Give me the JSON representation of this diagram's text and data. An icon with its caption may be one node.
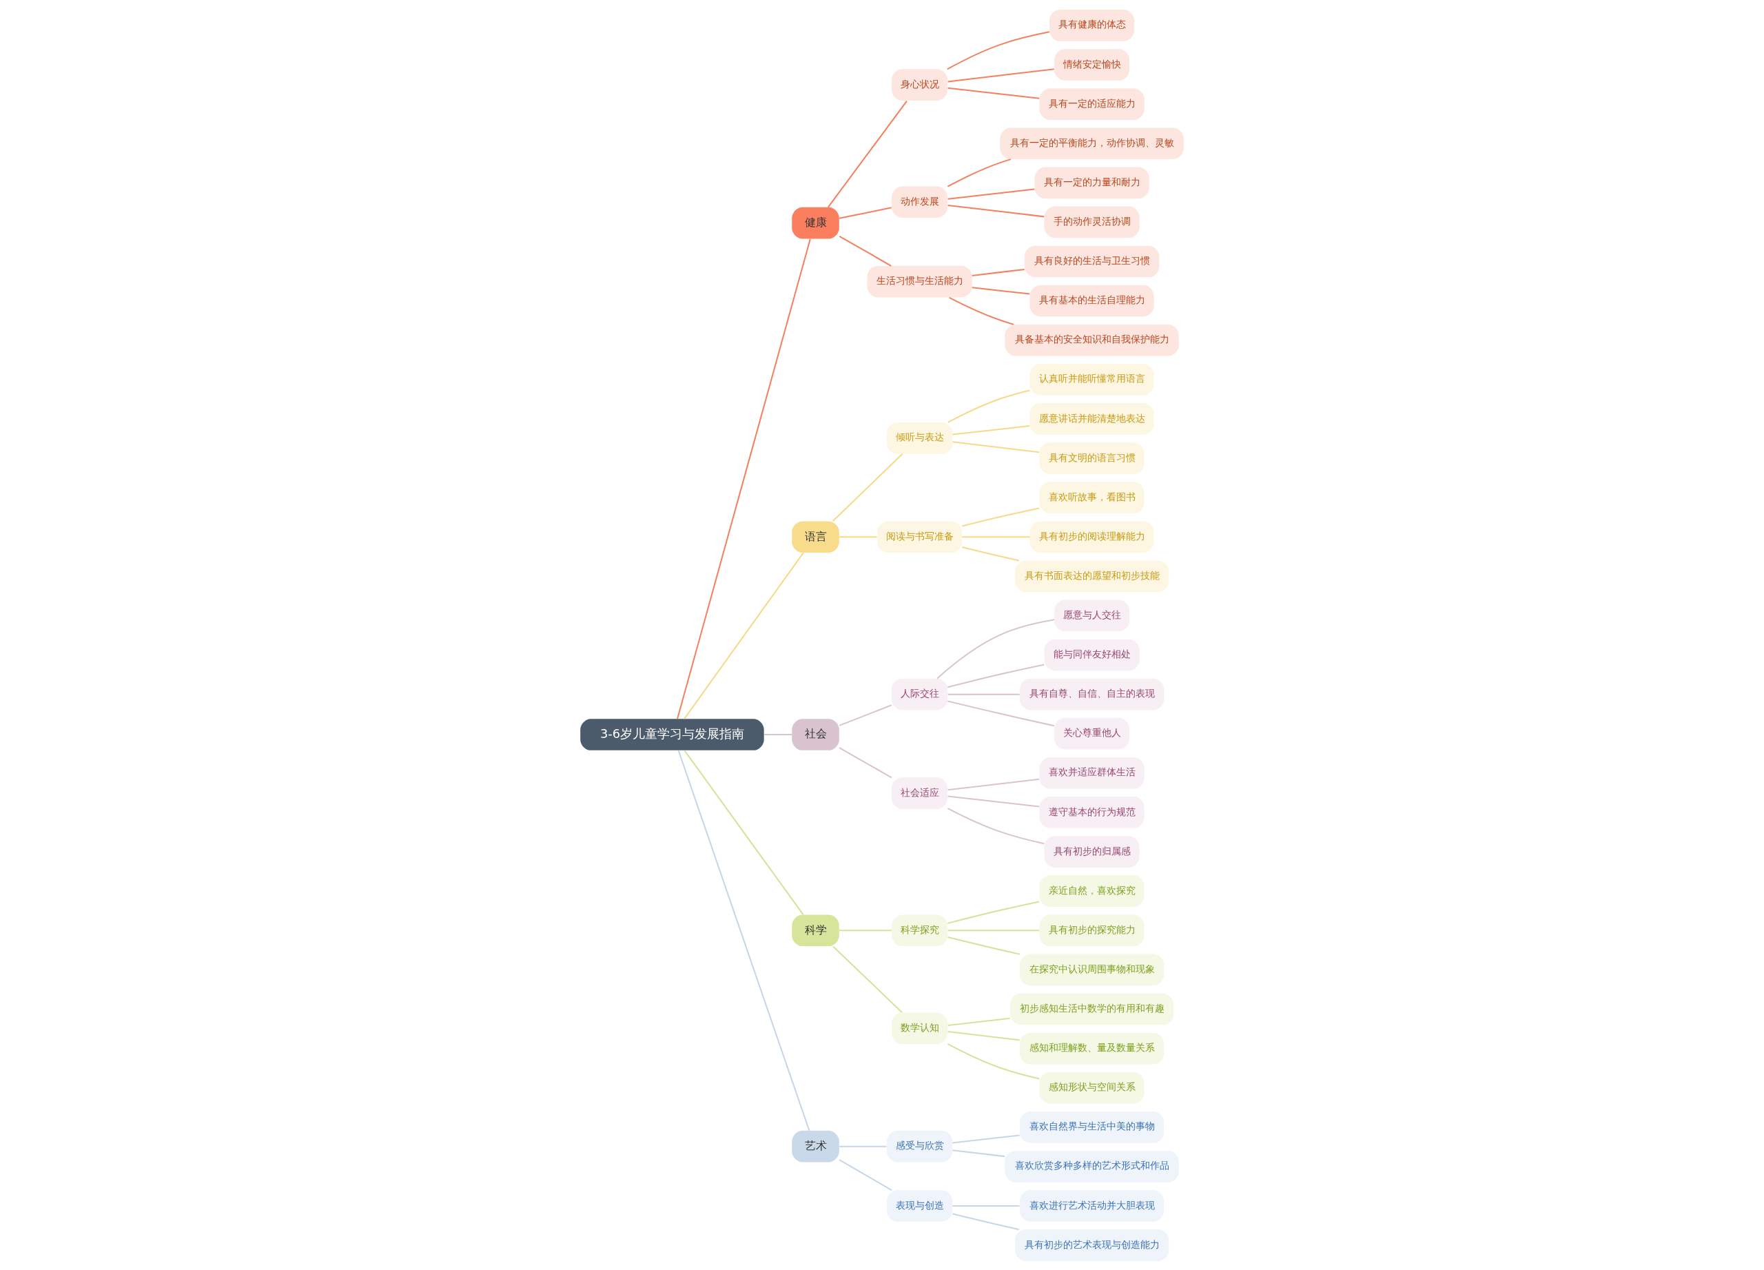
{
  "diagram": {
    "nodes": [
      {
        "text": [
          "3-6岁儿童学习与发展指南"
        ]
      },
      {
        "text": [
          "健康"
        ]
      },
      {
        "text": [
          "身心状况"
        ]
      },
      {
        "text": [
          "具有健康的体态"
        ]
      },
      {
        "text": [
          "情绪安定愉快"
        ]
      },
      {
        "text": [
          "具有一定的适应能力"
        ]
      },
      {
        "text": [
          "动作发展"
        ]
      },
      {
        "text": [
          "具有一定的平衡能力，动作协调、灵敏"
        ]
      },
      {
        "text": [
          "具有一定的力量和耐力"
        ]
      },
      {
        "text": [
          "手的动作灵活协调"
        ]
      },
      {
        "text": [
          "生活习惯与生活能力"
        ]
      },
      {
        "text": [
          "具有良好的生活与卫生习惯"
        ]
      },
      {
        "text": [
          "具有基本的生活自理能力"
        ]
      },
      {
        "text": [
          "具备基本的安全知识和自我保护能力"
        ]
      },
      {
        "text": [
          "语言"
        ]
      },
      {
        "text": [
          "倾听与表达"
        ]
      },
      {
        "text": [
          "认真听并能听懂常用语言"
        ]
      },
      {
        "text": [
          "愿意讲话并能清楚地表达"
        ]
      },
      {
        "text": [
          "具有文明的语言习惯"
        ]
      },
      {
        "text": [
          "阅读与书写准备"
        ]
      },
      {
        "text": [
          "喜欢听故事，看图书"
        ]
      },
      {
        "text": [
          "具有初步的阅读理解能力"
        ]
      },
      {
        "text": [
          "具有书面表达的愿望和初步技能"
        ]
      },
      {
        "text": [
          "社会"
        ]
      },
      {
        "text": [
          "人际交往"
        ]
      },
      {
        "text": [
          "愿意与人交往"
        ]
      },
      {
        "text": [
          "能与同伴友好相处"
        ]
      },
      {
        "text": [
          "具有自尊、自信、自主的表现"
        ]
      },
      {
        "text": [
          "关心尊重他人"
        ]
      },
      {
        "text": [
          "社会适应"
        ]
      },
      {
        "text": [
          "喜欢并适应群体生活"
        ]
      },
      {
        "text": [
          "遵守基本的行为规范"
        ]
      },
      {
        "text": [
          "具有初步的归属感"
        ]
      },
      {
        "text": [
          "科学"
        ]
      },
      {
        "text": [
          "科学探究"
        ]
      },
      {
        "text": [
          "亲近自然，喜欢探究"
        ]
      },
      {
        "text": [
          "具有初步的探究能力"
        ]
      },
      {
        "text": [
          "在探究中认识周围事物和现象"
        ]
      },
      {
        "text": [
          "数学认知"
        ]
      },
      {
        "text": [
          "初步感知生活中数学的有用和有趣"
        ]
      },
      {
        "text": [
          "感知和理解数、量及数量关系"
        ]
      },
      {
        "text": [
          "感知形状与空间关系"
        ]
      },
      {
        "text": [
          "艺术"
        ]
      },
      {
        "text": [
          "感受与欣赏"
        ]
      },
      {
        "text": [
          "喜欢自然界与生活中美的事物"
        ]
      },
      {
        "text": [
          "喜欢欣赏多种多样的艺术形式和作品"
        ]
      },
      {
        "text": [
          "表现与创造"
        ]
      },
      {
        "text": [
          "喜欢进行艺术活动并大胆表现"
        ]
      },
      {
        "text": [
          "具有初步的艺术表现与创造能力"
        ]
      }
    ],
    "edges": [
      {
        "from": 0,
        "to": 1,
        "arrow": "none",
        "color": "#f4805f"
      },
      {
        "from": 1,
        "to": 2,
        "arrow": "none",
        "color": "#f4805f"
      },
      {
        "from": 2,
        "to": 3,
        "arrow": "none",
        "color": "#f4805f"
      },
      {
        "from": 2,
        "to": 4,
        "arrow": "none",
        "color": "#f4805f"
      },
      {
        "from": 2,
        "to": 5,
        "arrow": "none",
        "color": "#f4805f"
      },
      {
        "from": 1,
        "to": 6,
        "arrow": "none",
        "color": "#f4805f"
      },
      {
        "from": 6,
        "to": 7,
        "arrow": "none",
        "color": "#f4805f"
      },
      {
        "from": 6,
        "to": 8,
        "arrow": "none",
        "color": "#f4805f"
      },
      {
        "from": 6,
        "to": 9,
        "arrow": "none",
        "color": "#f4805f"
      },
      {
        "from": 1,
        "to": 10,
        "arrow": "none",
        "color": "#f4805f"
      },
      {
        "from": 10,
        "to": 11,
        "arrow": "none",
        "color": "#f4805f"
      },
      {
        "from": 10,
        "to": 12,
        "arrow": "none",
        "color": "#f4805f"
      },
      {
        "from": 10,
        "to": 13,
        "arrow": "none",
        "color": "#f4805f"
      },
      {
        "from": 0,
        "to": 14,
        "arrow": "none",
        "color": "#f7d98a"
      },
      {
        "from": 14,
        "to": 15,
        "arrow": "none",
        "color": "#f7d98a"
      },
      {
        "from": 15,
        "to": 16,
        "arrow": "none",
        "color": "#f7d98a"
      },
      {
        "from": 15,
        "to": 17,
        "arrow": "none",
        "color": "#f7d98a"
      },
      {
        "from": 15,
        "to": 18,
        "arrow": "none",
        "color": "#f7d98a"
      },
      {
        "from": 14,
        "to": 19,
        "arrow": "none",
        "color": "#f7d98a"
      },
      {
        "from": 19,
        "to": 20,
        "arrow": "none",
        "color": "#f7d98a"
      },
      {
        "from": 19,
        "to": 21,
        "arrow": "none",
        "color": "#f7d98a"
      },
      {
        "from": 19,
        "to": 22,
        "arrow": "none",
        "color": "#f7d98a"
      },
      {
        "from": 0,
        "to": 23,
        "arrow": "none",
        "color": "#d9c3cf"
      },
      {
        "from": 23,
        "to": 24,
        "arrow": "none",
        "color": "#d9c3cf"
      },
      {
        "from": 24,
        "to": 25,
        "arrow": "none",
        "color": "#d9c3cf"
      },
      {
        "from": 24,
        "to": 26,
        "arrow": "none",
        "color": "#d9c3cf"
      },
      {
        "from": 24,
        "to": 27,
        "arrow": "none",
        "color": "#d9c3cf"
      },
      {
        "from": 24,
        "to": 28,
        "arrow": "none",
        "color": "#d9c3cf"
      },
      {
        "from": 23,
        "to": 29,
        "arrow": "none",
        "color": "#d9c3cf"
      },
      {
        "from": 29,
        "to": 30,
        "arrow": "none",
        "color": "#d9c3cf"
      },
      {
        "from": 29,
        "to": 31,
        "arrow": "none",
        "color": "#d9c3cf"
      },
      {
        "from": 29,
        "to": 32,
        "arrow": "none",
        "color": "#d9c3cf"
      },
      {
        "from": 0,
        "to": 33,
        "arrow": "none",
        "color": "#d3e49a"
      },
      {
        "from": 33,
        "to": 34,
        "arrow": "none",
        "color": "#d3e49a"
      },
      {
        "from": 34,
        "to": 35,
        "arrow": "none",
        "color": "#d3e49a"
      },
      {
        "from": 34,
        "to": 36,
        "arrow": "none",
        "color": "#d3e49a"
      },
      {
        "from": 34,
        "to": 37,
        "arrow": "none",
        "color": "#d3e49a"
      },
      {
        "from": 33,
        "to": 38,
        "arrow": "none",
        "color": "#d3e49a"
      },
      {
        "from": 38,
        "to": 39,
        "arrow": "none",
        "color": "#d3e49a"
      },
      {
        "from": 38,
        "to": 40,
        "arrow": "none",
        "color": "#d3e49a"
      },
      {
        "from": 38,
        "to": 41,
        "arrow": "none",
        "color": "#d3e49a"
      },
      {
        "from": 0,
        "to": 42,
        "arrow": "none",
        "color": "#c5d6ea"
      },
      {
        "from": 42,
        "to": 43,
        "arrow": "none",
        "color": "#c5d6ea"
      },
      {
        "from": 43,
        "to": 44,
        "arrow": "none",
        "color": "#c5d6ea"
      },
      {
        "from": 43,
        "to": 45,
        "arrow": "none",
        "color": "#c5d6ea"
      },
      {
        "from": 42,
        "to": 46,
        "arrow": "none",
        "color": "#c5d6ea"
      },
      {
        "from": 46,
        "to": 47,
        "arrow": "none",
        "color": "#c5d6ea"
      },
      {
        "from": 46,
        "to": 48,
        "arrow": "none",
        "color": "#c5d6ea"
      }
    ]
  }
}
